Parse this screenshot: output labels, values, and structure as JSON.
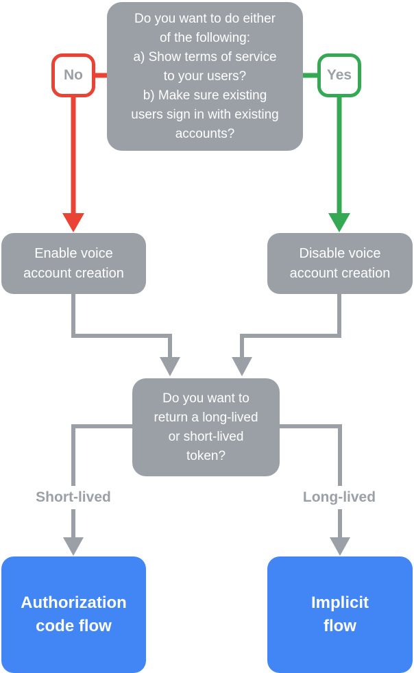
{
  "palette": {
    "gray": "#9AA0A6",
    "red": "#EA4335",
    "green": "#34A853",
    "blue": "#4285F4",
    "white": "#FFFFFF"
  },
  "flowchart": {
    "start": {
      "question": "Do you want to do either\nof the following:\na) Show terms of service\nto your users?\nb) Make sure existing\nusers sign in with existing\naccounts?"
    },
    "answers": {
      "no": "No",
      "yes": "Yes"
    },
    "outcomes": {
      "enable": "Enable voice\naccount creation",
      "disable": "Disable voice\naccount creation"
    },
    "token": {
      "question": "Do you want to\nreturn a long-lived\nor short-lived\ntoken?",
      "short": "Short-lived",
      "long": "Long-lived"
    },
    "flows": {
      "auth_code": "Authorization\ncode flow",
      "implicit": "Implicit\nflow"
    }
  }
}
